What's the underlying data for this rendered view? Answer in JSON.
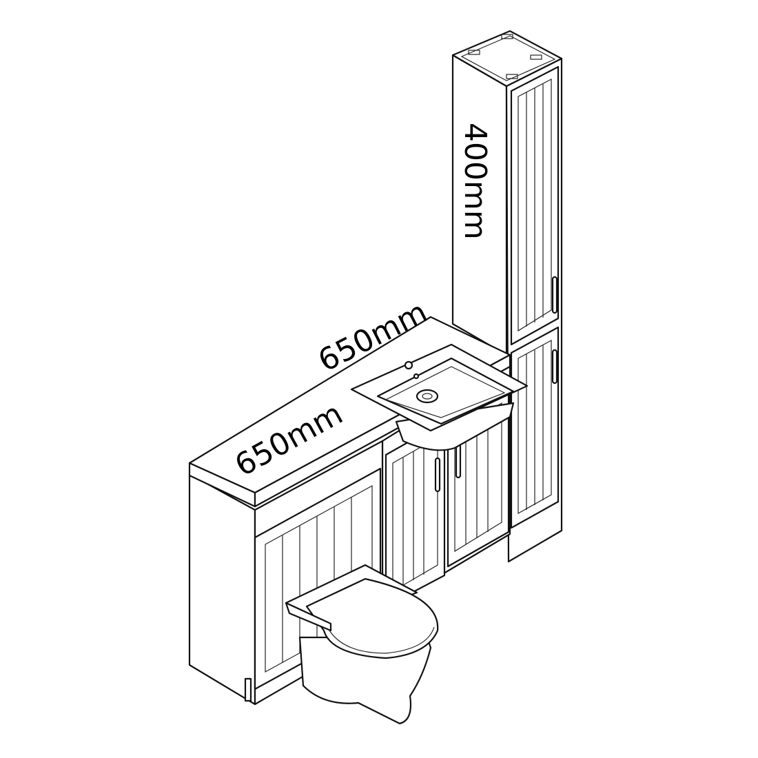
{
  "dimensions": {
    "depth_label": "650mm",
    "width_label": "650mm",
    "tall_unit_width_label": "400mm"
  },
  "colors": {
    "line": "#111111",
    "background": "#ffffff"
  }
}
